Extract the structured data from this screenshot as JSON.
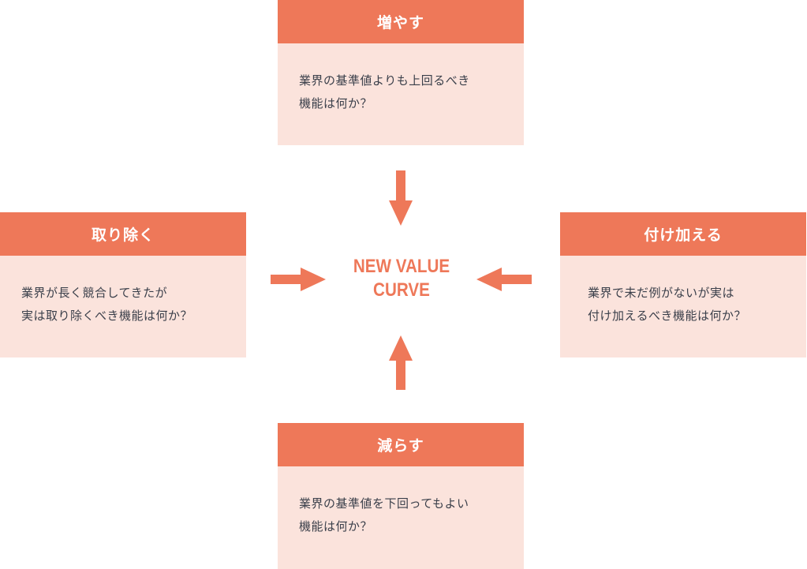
{
  "center": {
    "line1": "NEW VALUE",
    "line2": "CURVE"
  },
  "cards": {
    "increase": {
      "title": "増やす",
      "line1": "業界の基準値よりも上回るべき",
      "line2": "機能は何か？"
    },
    "eliminate": {
      "title": "取り除く",
      "line1": "業界が長く競合してきたが",
      "line2": "実は取り除くべき機能は何か？"
    },
    "create": {
      "title": "付け加える",
      "line1": "業界で未だ例がないが実は",
      "line2": "付け加えるべき機能は何か？"
    },
    "reduce": {
      "title": "減らす",
      "line1": "業界の基準値を下回ってもよい",
      "line2": "機能は何か？"
    }
  },
  "colors": {
    "header": "#ee7859",
    "card_body": "#fbe3dc",
    "body_text": "#3a3f4a",
    "accent": "#ee7859"
  }
}
